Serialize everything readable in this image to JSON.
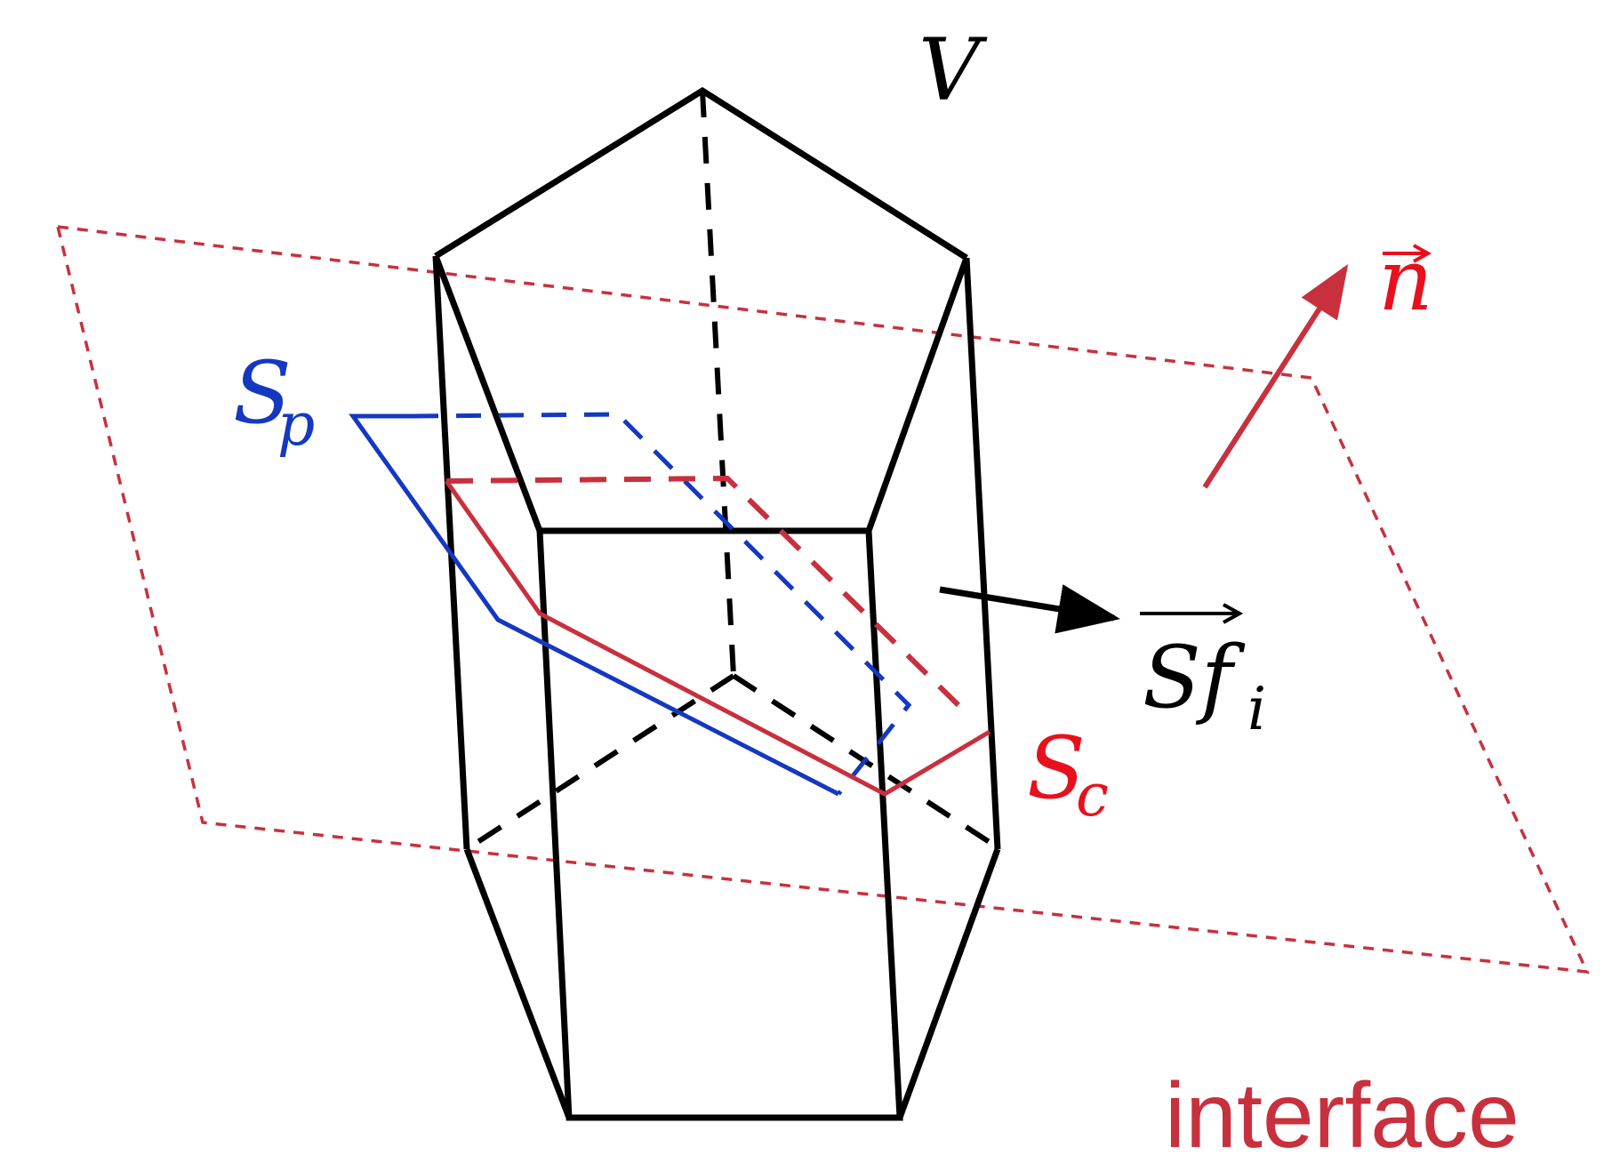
{
  "labels": {
    "volume": "V",
    "sp_main": "S",
    "sp_sub": "p",
    "sc_main": "S",
    "sc_sub": "c",
    "normal": "n",
    "face_vector_main": "Sf",
    "face_vector_sub": "i",
    "interface": "interface"
  },
  "colors": {
    "black": "#000000",
    "interface_red": "#c8303e",
    "label_red": "#e8101c",
    "blue": "#1538c0"
  }
}
